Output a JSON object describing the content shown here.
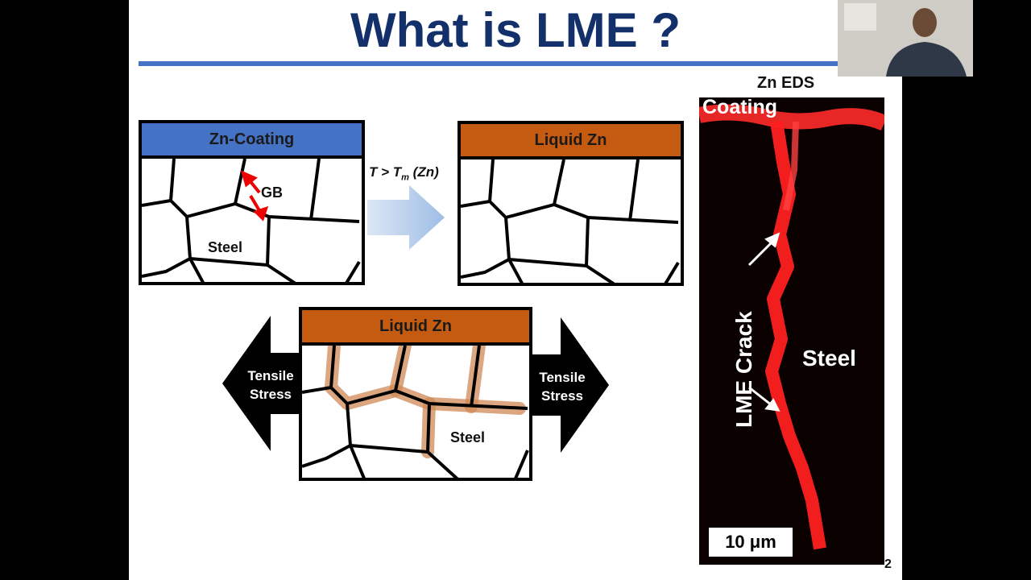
{
  "slide": {
    "title": "What is LME ?",
    "page_number": "2",
    "colors": {
      "title": "#13306b",
      "rule": "#4472c4",
      "zn_coating": "#4472c4",
      "liquid_zn": "#c55a11"
    }
  },
  "panel1": {
    "header": "Zn-Coating",
    "gb_label": "GB",
    "steel_label": "Steel"
  },
  "transition": {
    "condition": "T > T",
    "condition_sub": "m",
    "condition_tail": " (Zn)"
  },
  "panel2": {
    "header": "Liquid Zn"
  },
  "panel3": {
    "header": "Liquid Zn",
    "steel_label": "Steel",
    "left_stress": [
      "Tensile",
      "Stress"
    ],
    "right_stress": [
      "Tensile",
      "Stress"
    ]
  },
  "eds": {
    "title": "Zn EDS",
    "coating_label": "Coating",
    "crack_label": "LME Crack",
    "steel_label": "Steel",
    "scale_bar": "10 μm"
  },
  "webcam": {
    "description_icon": "presenter-webcam"
  }
}
